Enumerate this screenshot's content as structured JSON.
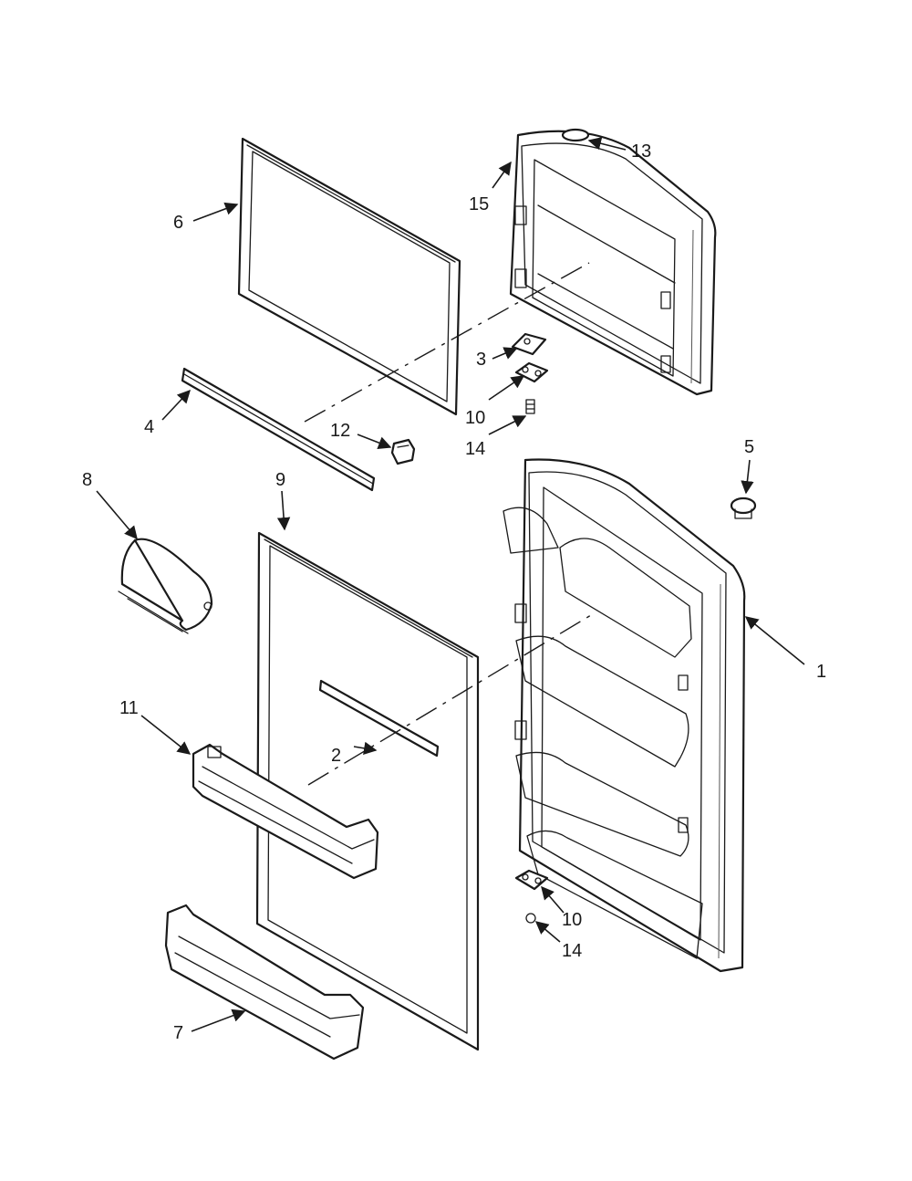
{
  "callouts": {
    "c1": "1",
    "c2": "2",
    "c3": "3",
    "c4": "4",
    "c5": "5",
    "c6": "6",
    "c7": "7",
    "c8": "8",
    "c9": "9",
    "c10a": "10",
    "c10b": "10",
    "c11": "11",
    "c12": "12",
    "c13": "13",
    "c14a": "14",
    "c14b": "14",
    "c15": "15"
  },
  "colors": {
    "line": "#1a1a1a",
    "background": "#ffffff"
  }
}
